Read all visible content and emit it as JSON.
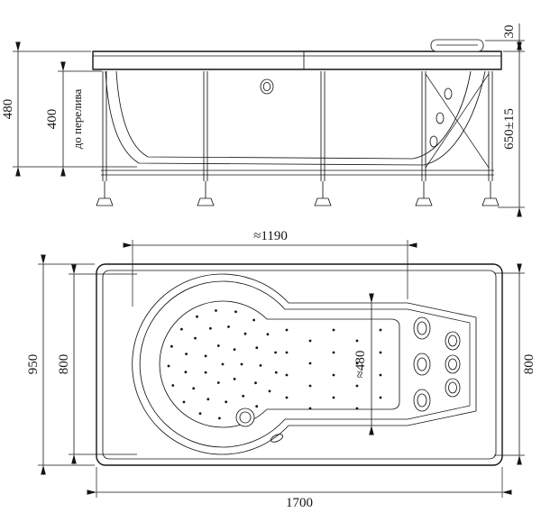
{
  "side_view": {
    "height_overall": "480",
    "height_to_overflow": "400",
    "overflow_note": "до перелива",
    "headrest_height": "30",
    "installed_height": "650±15"
  },
  "plan_view": {
    "inner_length": "≈1190",
    "overall_width": "950",
    "left_basin_width": "800",
    "waist_inner_width": "≈480",
    "right_basin_width": "800",
    "overall_length": "1700"
  },
  "colors": {
    "line": "#141414",
    "background": "#ffffff"
  }
}
